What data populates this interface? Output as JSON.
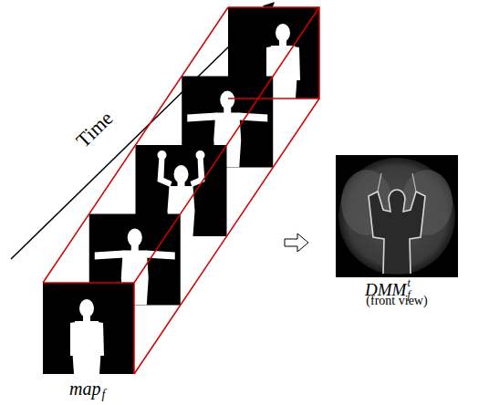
{
  "diagram": {
    "labels": [
      "Time",
      "map",
      "f",
      "DMM",
      "t",
      "f",
      "(front view)"
    ]
  }
}
